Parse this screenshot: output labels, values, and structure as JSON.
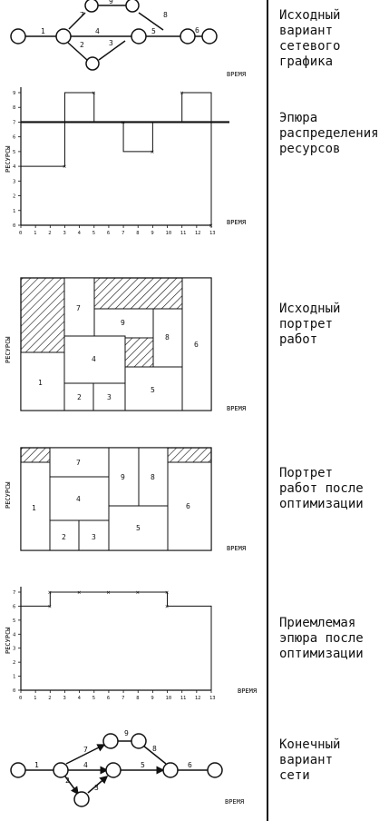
{
  "captions": {
    "c1": "Исходный\nвариант\nсетевого\nграфика",
    "c2": "Эпюра\nраспределения\nресурсов",
    "c3": "Исходный\nпортрет\nработ",
    "c4": "Портрет\nработ после\nоптимизации",
    "c5": "Приемлемая\nэпюра после\nоптимизации",
    "c6": "Конечный\nвариант\nсети"
  },
  "labels": {
    "time": "ВРЕМЯ",
    "resources": "РЕСУРСЫ"
  },
  "net1": {
    "edges": [
      "1",
      "2",
      "3",
      "4",
      "5",
      "6",
      "7",
      "8",
      "9"
    ]
  },
  "chart_data": [
    {
      "type": "line",
      "name_in_image": "epure-initial",
      "x": [
        0,
        3,
        3,
        5,
        5,
        7,
        7,
        9,
        9,
        11,
        11,
        13,
        13
      ],
      "y": [
        4,
        4,
        9,
        9,
        7,
        7,
        5,
        5,
        7,
        7,
        9,
        9,
        0
      ],
      "limit": 7,
      "xlim": [
        0,
        13
      ],
      "ylim": [
        0,
        9
      ],
      "xticks": [
        0,
        1,
        2,
        3,
        4,
        5,
        6,
        7,
        8,
        9,
        10,
        11,
        12,
        13
      ],
      "yticks": [
        0,
        1,
        2,
        3,
        4,
        5,
        6,
        7,
        8,
        9
      ],
      "ylabel": "РЕСУРСЫ",
      "xlabel": "ВРЕМЯ"
    },
    {
      "type": "line",
      "name_in_image": "epure-optimized",
      "x": [
        0,
        2,
        2,
        4,
        6,
        8,
        10,
        10,
        13,
        13
      ],
      "y": [
        6,
        6,
        7,
        7,
        7,
        7,
        7,
        6,
        6,
        0
      ],
      "xlim": [
        0,
        13
      ],
      "ylim": [
        0,
        7
      ],
      "xticks": [
        0,
        1,
        2,
        3,
        4,
        5,
        6,
        7,
        8,
        9,
        10,
        11,
        12,
        13
      ],
      "yticks": [
        0,
        1,
        2,
        3,
        4,
        5,
        6,
        7
      ],
      "ylabel": "РЕСУРСЫ",
      "xlabel": "ВРЕМЯ"
    }
  ],
  "portrait1": {
    "blocks": [
      "1",
      "7",
      "9",
      "4",
      "8",
      "6",
      "2",
      "3",
      "5"
    ]
  },
  "portrait2": {
    "blocks": [
      "1",
      "7",
      "9",
      "8",
      "4",
      "6",
      "2",
      "3",
      "5"
    ]
  }
}
